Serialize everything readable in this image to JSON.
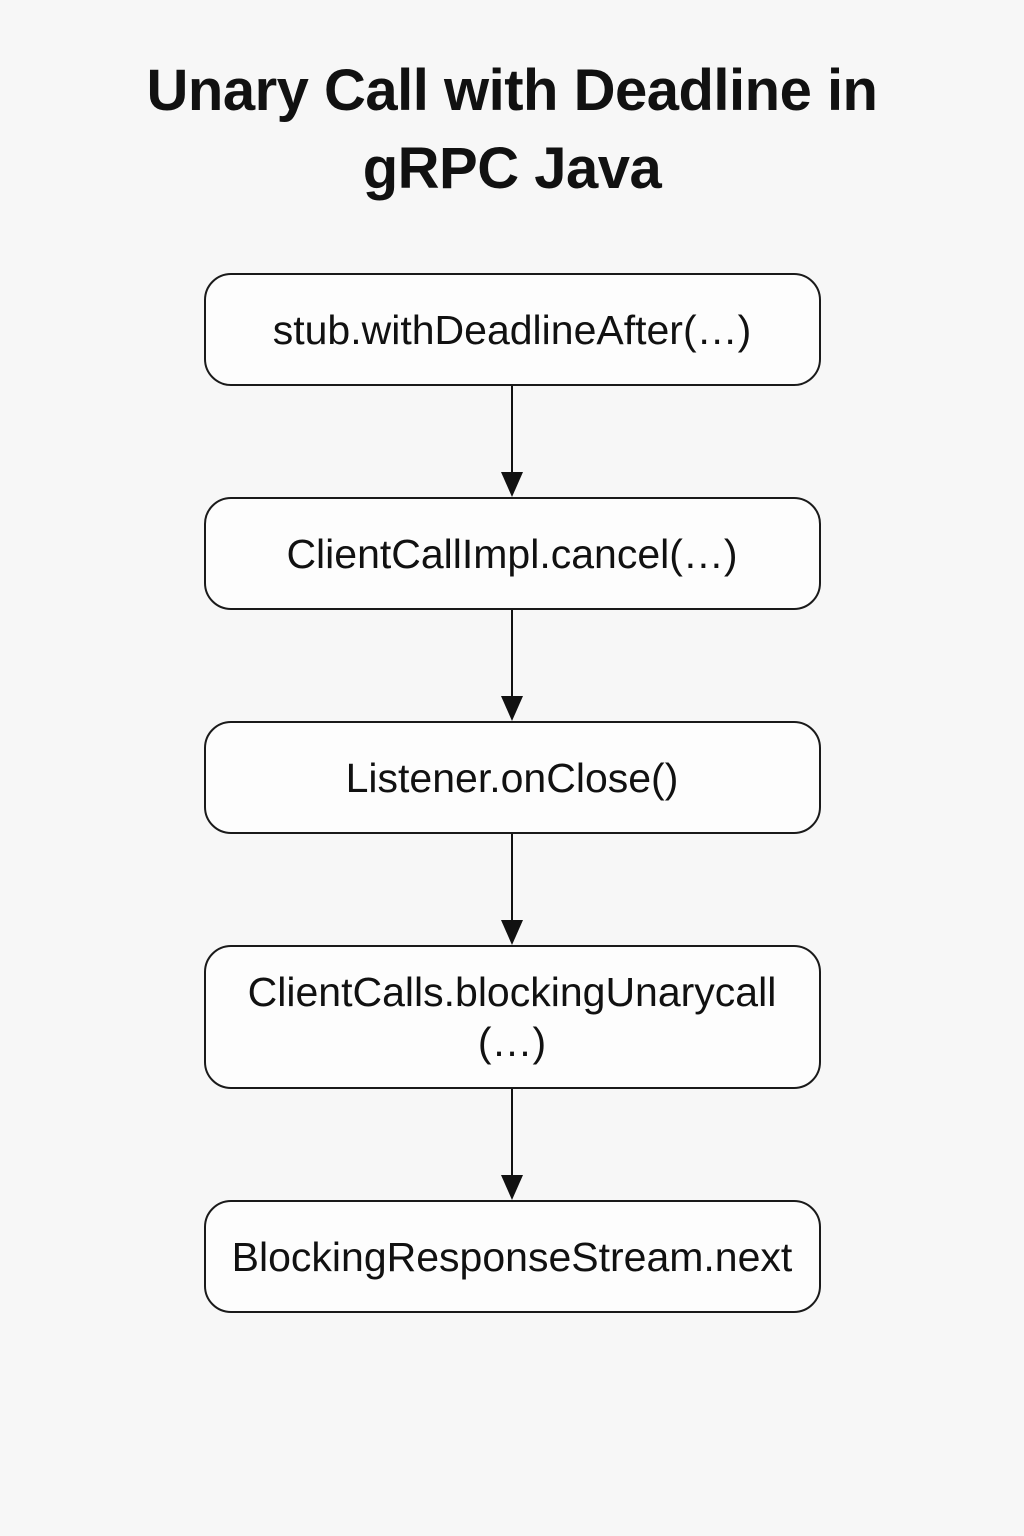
{
  "title": "Unary Call with Deadline in gRPC Java",
  "diagram": {
    "type": "flowchart",
    "direction": "top-down",
    "nodes": [
      {
        "id": "stub-withDeadlineAfter",
        "label": "stub.withDeadlineAfter(…)"
      },
      {
        "id": "clientCallImpl-cancel",
        "label": "ClientCallImpl.cancel(…)"
      },
      {
        "id": "listener-onClose",
        "label": "Listener.onClose()"
      },
      {
        "id": "clientCalls-blockingUnarycall",
        "label": "ClientCalls.blockingUnarycall\n(…)"
      },
      {
        "id": "blockingResponseStream-next",
        "label": "BlockingResponseStream.next"
      }
    ],
    "edges": [
      {
        "from": "stub-withDeadlineAfter",
        "to": "clientCallImpl-cancel"
      },
      {
        "from": "clientCallImpl-cancel",
        "to": "listener-onClose"
      },
      {
        "from": "listener-onClose",
        "to": "clientCalls-blockingUnarycall"
      },
      {
        "from": "clientCalls-blockingUnarycall",
        "to": "blockingResponseStream-next"
      }
    ]
  },
  "colors": {
    "background": "#f7f7f7",
    "node_fill": "#fdfdfd",
    "node_border": "#1a1a1a",
    "text": "#111111",
    "arrow": "#111111"
  }
}
